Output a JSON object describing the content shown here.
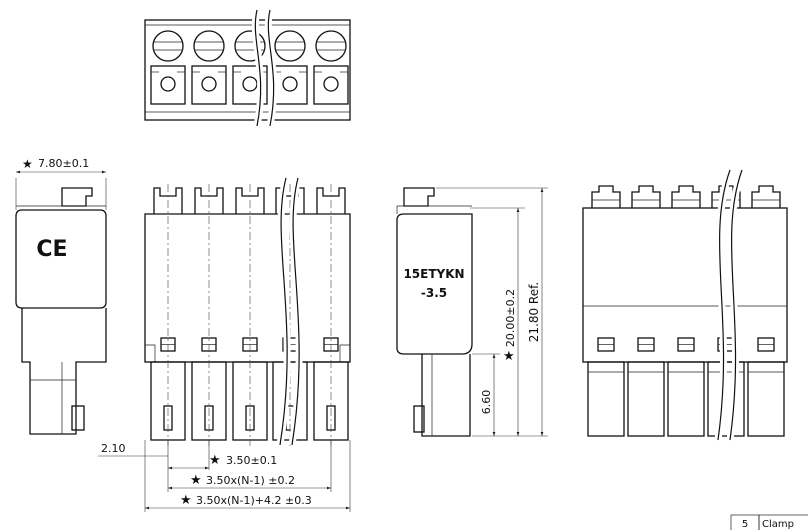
{
  "dimensions": {
    "width_top": "7.80±0.1",
    "offset_left": "2.10",
    "pitch": "3.50±0.1",
    "pitch_n1": "3.50x(N-1) ±0.2",
    "total_length": "3.50x(N-1)+4.2 ±0.3",
    "height": "20.00±0.2",
    "height_ref": "21.80 Ref.",
    "pin_height": "6.60"
  },
  "marking": {
    "ce": "CE",
    "part_line1": "15ETYKN",
    "part_line2": "-3.5"
  },
  "table": {
    "cell_number": "5",
    "cell_label": "Clamp"
  },
  "symbols": {
    "critical_dimension": "★"
  }
}
